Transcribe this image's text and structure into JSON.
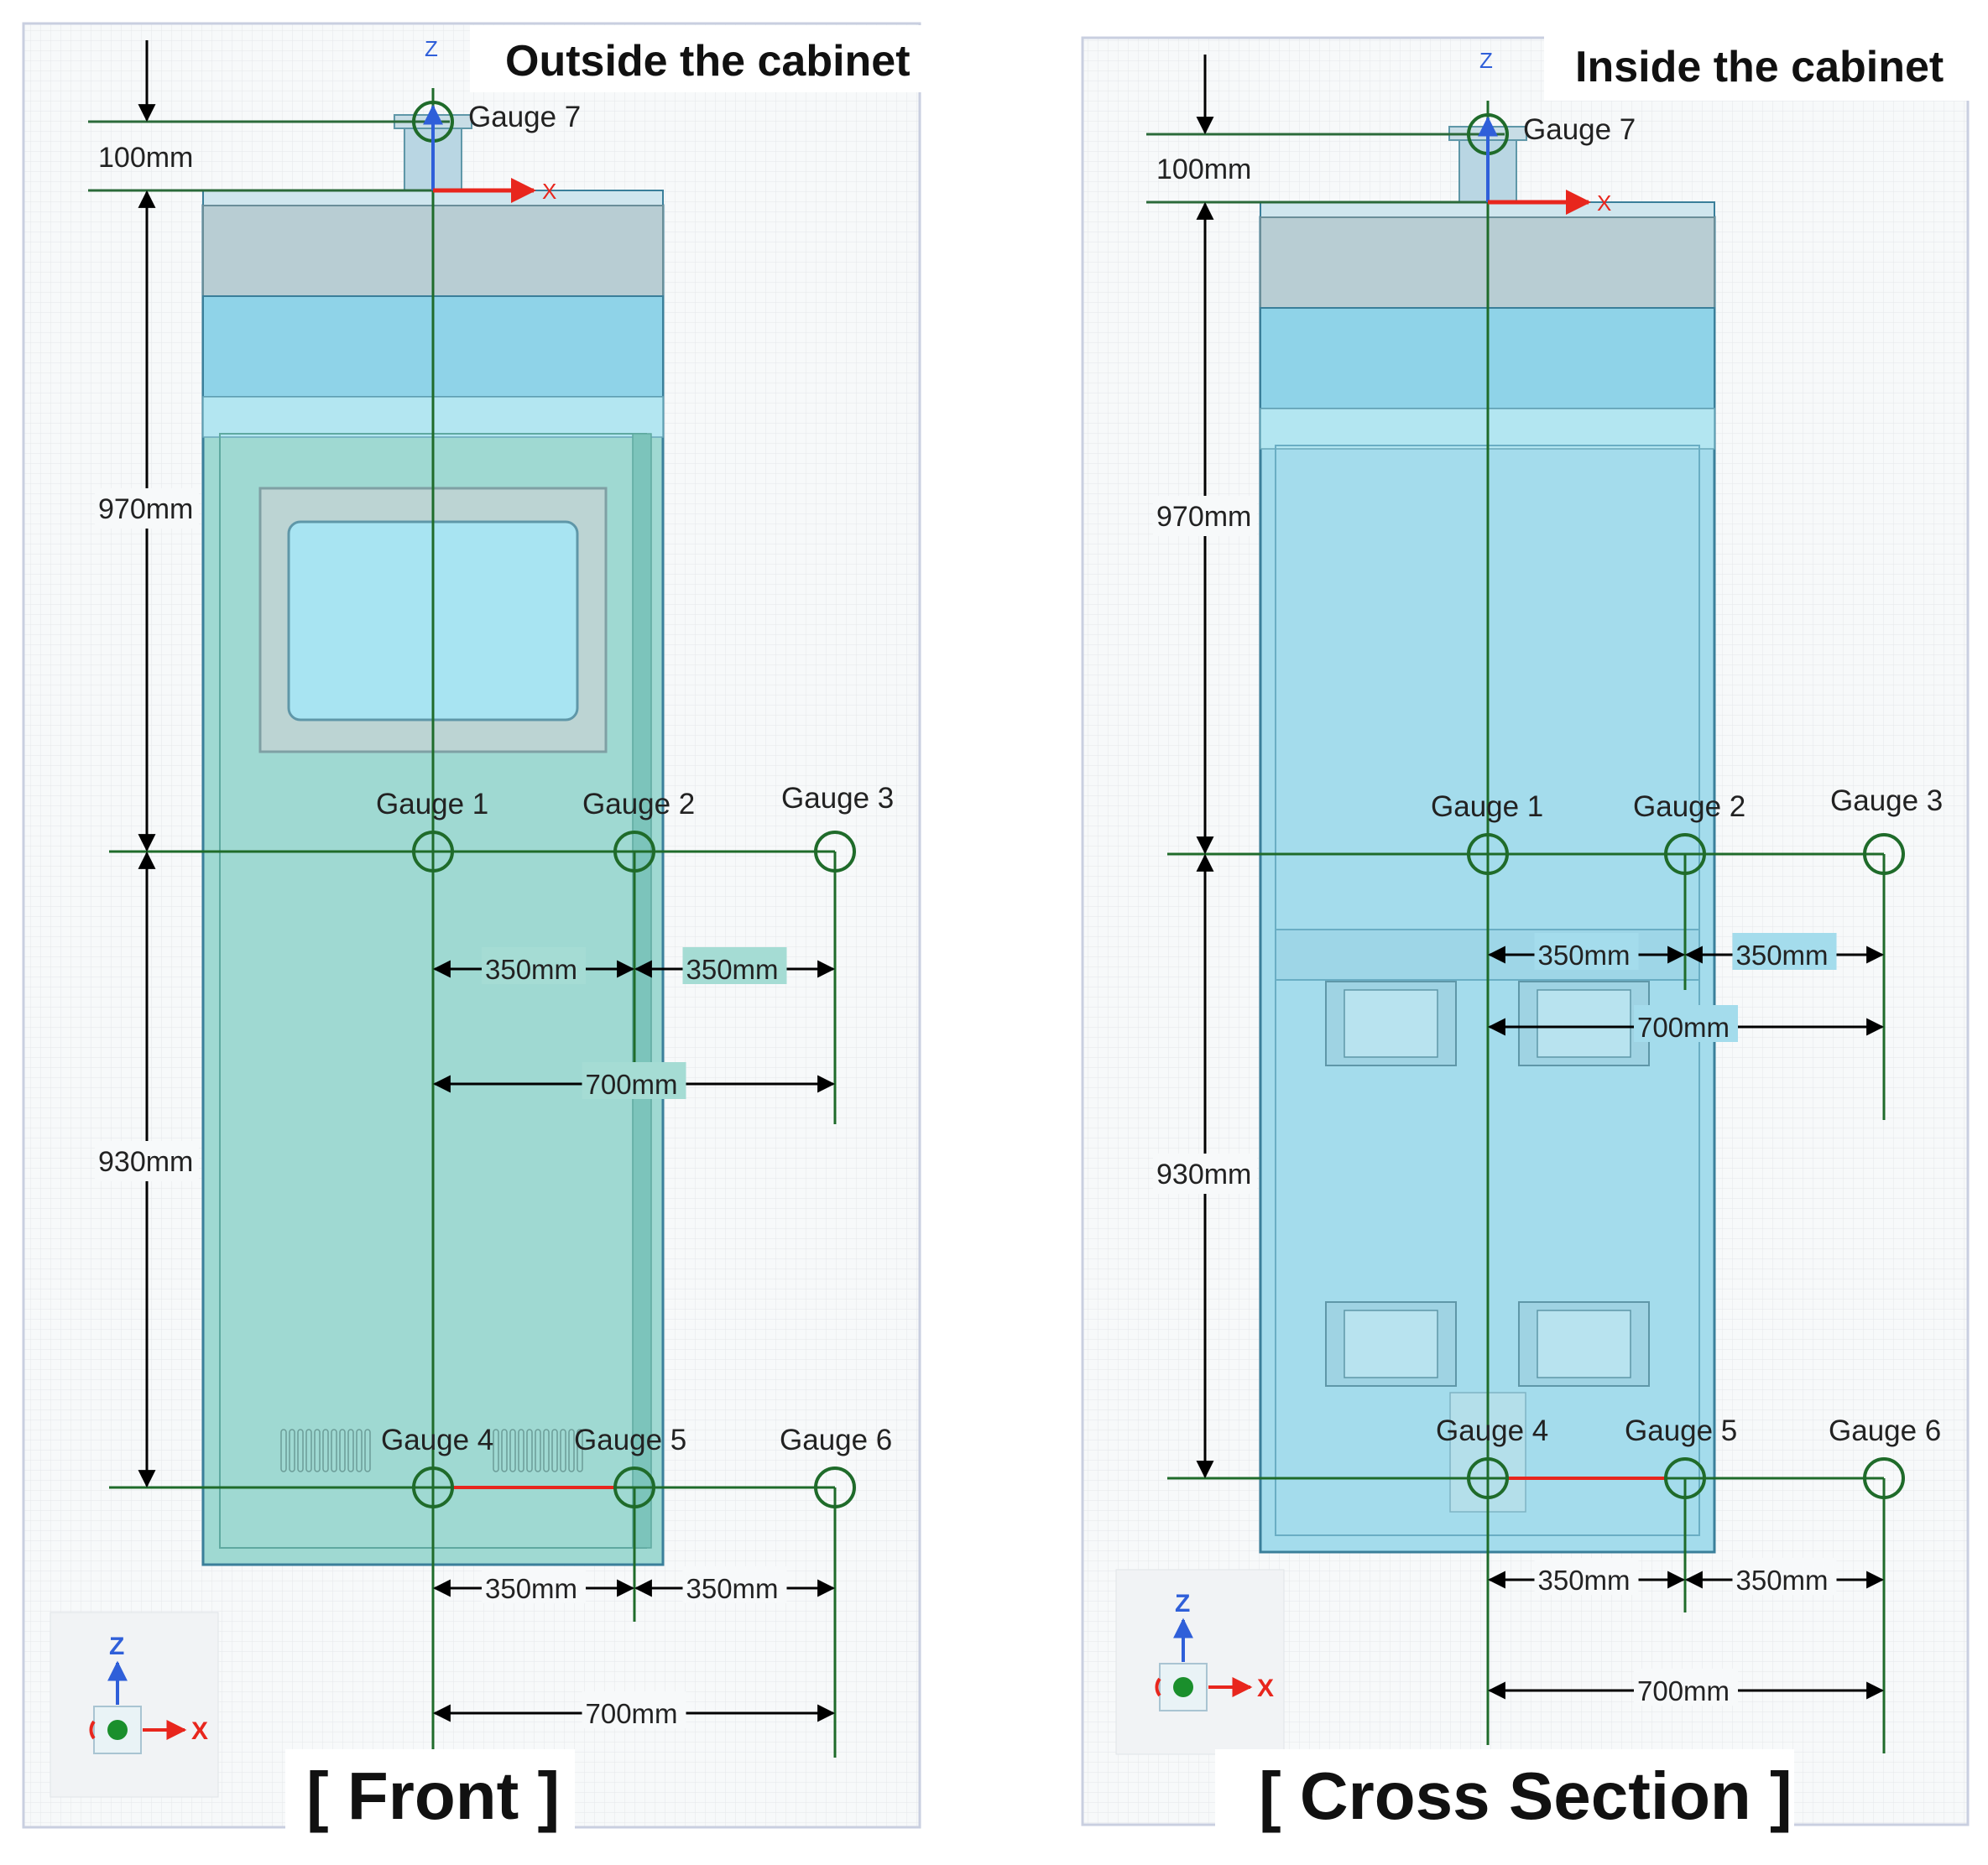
{
  "panels": [
    {
      "id": "front",
      "title": "Outside the cabinet",
      "caption": "[ Front ]",
      "axis_z": "Z",
      "axis_x": "X",
      "gauges": [
        "Gauge 1",
        "Gauge 2",
        "Gauge 3",
        "Gauge 4",
        "Gauge 5",
        "Gauge 6",
        "Gauge 7"
      ],
      "dims": {
        "top": "100mm",
        "upper": "970mm",
        "lower": "930mm",
        "g1_g2_mid": "350mm",
        "g2_g3_mid": "350mm",
        "g1_g3_mid": "700mm",
        "g1_g2_bot": "350mm",
        "g2_g3_bot": "350mm",
        "g1_g3_bot": "700mm"
      }
    },
    {
      "id": "cross",
      "title": "Inside the cabinet",
      "caption": "[ Cross Section ]",
      "axis_z": "Z",
      "axis_x": "X",
      "gauges": [
        "Gauge 1",
        "Gauge 2",
        "Gauge 3",
        "Gauge 4",
        "Gauge 5",
        "Gauge 6",
        "Gauge 7"
      ],
      "dims": {
        "top": "100mm",
        "upper": "970mm",
        "lower": "930mm",
        "g1_g2_mid": "350mm",
        "g2_g3_mid": "350mm",
        "g1_g3_mid": "700mm",
        "g1_g2_bot": "350mm",
        "g2_g3_bot": "350mm",
        "g1_g3_bot": "700mm"
      }
    }
  ],
  "colors": {
    "front_body": "#9fd9d2",
    "cross_body": "#a4dcec",
    "top_band": "#b8cdd3",
    "gauge_line": "#1f6b2a",
    "x_axis": "#e8261d",
    "z_axis": "#2f5fd9",
    "grid": "#dfe3e6"
  }
}
